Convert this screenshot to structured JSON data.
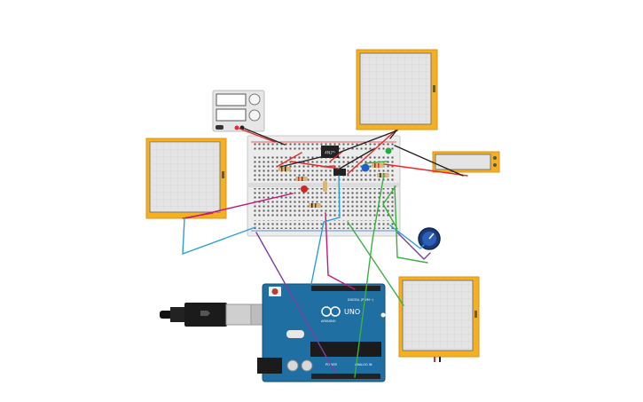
{
  "canvas": {
    "colors": {
      "background": "#ffffff",
      "breadboard": "#ececec",
      "oscilloscope_frame": "#f4b020",
      "oscilloscope_screen": "#e4e4e4",
      "arduino_board": "#1f6fa3",
      "wire_red": "#e52b2b",
      "wire_black": "#222222",
      "wire_blue": "#2a9fd6",
      "wire_green": "#3cb043",
      "wire_purple": "#7b3fa0",
      "wire_magenta": "#c2187a"
    }
  },
  "power_supply": {
    "icon": "bench-power-supply-icon"
  },
  "oscilloscopes": {
    "icon": "oscilloscope-icon",
    "count": 3
  },
  "multimeter": {
    "icon": "multimeter-icon"
  },
  "breadboard": {
    "chip_label": "4N25",
    "components": [
      "resistor",
      "resistor",
      "red-led",
      "green-led",
      "blue-capacitor",
      "potentiometer"
    ]
  },
  "arduino": {
    "brand": "ARDUINO",
    "model": "UNO",
    "digital_label": "DIGITAL (PWM~)",
    "power_label": "POWER",
    "analog_label": "ANALOG IN",
    "icon": "infinity-logo-icon"
  },
  "usb_cable": {
    "icon": "usb-cable-icon"
  }
}
